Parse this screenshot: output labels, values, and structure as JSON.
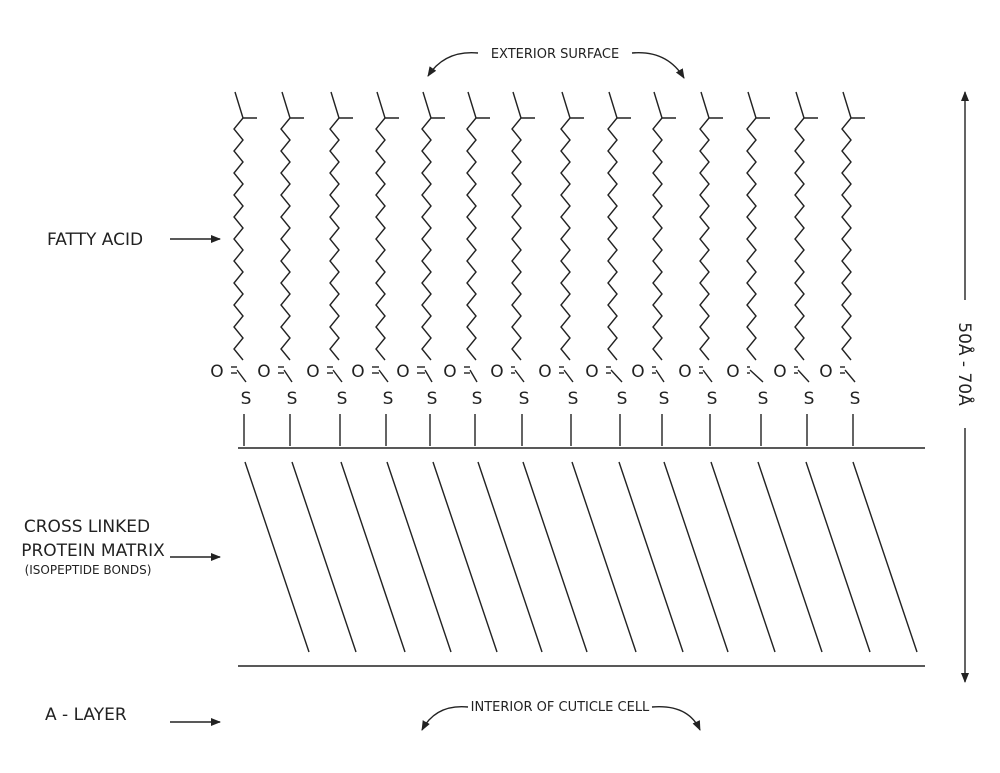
{
  "labels": {
    "exterior": "EXTERIOR SURFACE",
    "fatty_acid": "FATTY ACID",
    "cross_linked_1": "CROSS LINKED",
    "cross_linked_2": "PROTEIN MATRIX",
    "isopeptide": "(ISOPEPTIDE BONDS)",
    "a_layer": "A - LAYER",
    "interior": "INTERIOR OF CUTICLE CELL",
    "thickness": "50Å - 70Å"
  },
  "molecule": {
    "chain_count": 14,
    "oxygen": "O",
    "sulfur": "S"
  },
  "colors": {
    "ink": "#222222",
    "background": "#ffffff"
  }
}
